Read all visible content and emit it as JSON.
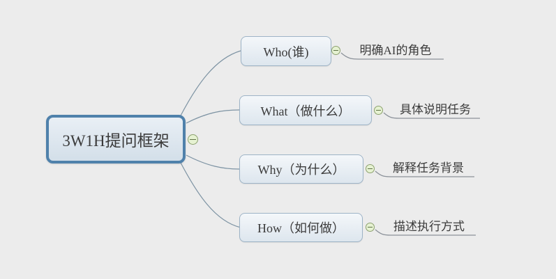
{
  "diagram": {
    "type": "mindmap",
    "root": {
      "label": "3W1H提问框架"
    },
    "branches": [
      {
        "label": "Who(谁)",
        "sublabel": "明确AI的角色"
      },
      {
        "label": "What（做什么）",
        "sublabel": "具体说明任务"
      },
      {
        "label": "Why（为什么）",
        "sublabel": "解释任务背景"
      },
      {
        "label": "How（如何做）",
        "sublabel": "描述执行方式"
      }
    ]
  },
  "colors": {
    "background": "#ececec",
    "root_border": "#4f81ab",
    "root_fill_top": "#e9eff5",
    "root_fill_bottom": "#d3dfe9",
    "branch_border": "#9db3c6",
    "branch_fill_top": "#f4f7fa",
    "branch_fill_bottom": "#dde6ee",
    "connector_line": "#7d93a3",
    "label_line": "#8b9199",
    "collapse_fill": "#e6f2d2",
    "collapse_border": "#8ca06e",
    "text": "#3b3b3b"
  }
}
